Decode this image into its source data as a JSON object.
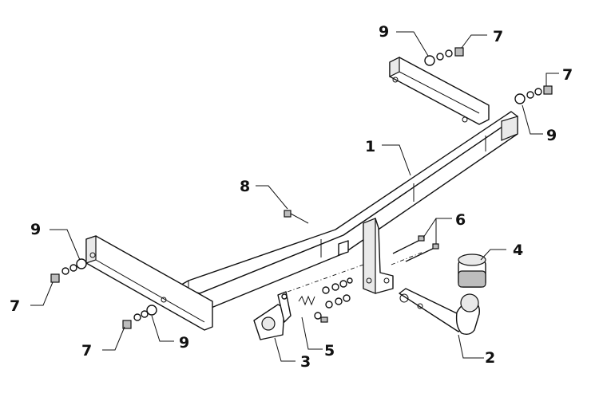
{
  "callouts": [
    {
      "id": "c1",
      "text": "1"
    },
    {
      "id": "c2",
      "text": "2"
    },
    {
      "id": "c3",
      "text": "3"
    },
    {
      "id": "c4",
      "text": "4"
    },
    {
      "id": "c5",
      "text": "5"
    },
    {
      "id": "c6",
      "text": "6"
    },
    {
      "id": "c7a",
      "text": "7"
    },
    {
      "id": "c7b",
      "text": "7"
    },
    {
      "id": "c7c",
      "text": "7"
    },
    {
      "id": "c7d",
      "text": "7"
    },
    {
      "id": "c8",
      "text": "8"
    },
    {
      "id": "c9a",
      "text": "9"
    },
    {
      "id": "c9b",
      "text": "9"
    },
    {
      "id": "c9c",
      "text": "9"
    },
    {
      "id": "c9d",
      "text": "9"
    }
  ]
}
